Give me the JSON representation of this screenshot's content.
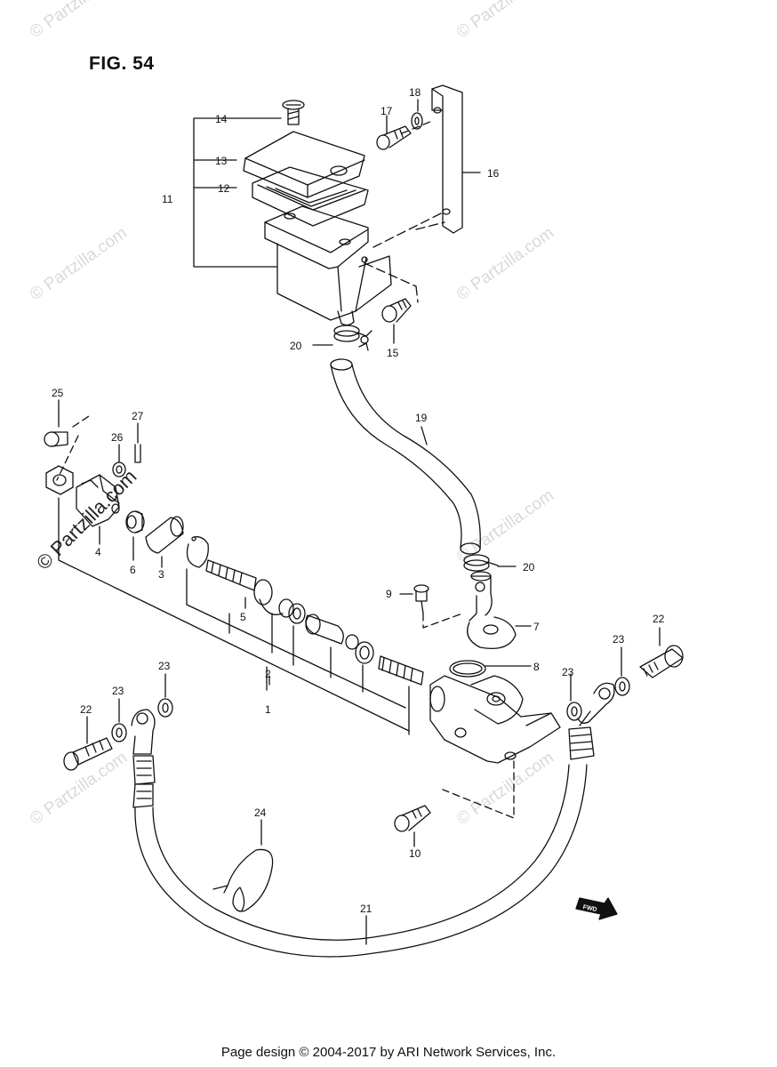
{
  "figure": {
    "title": "FIG. 54"
  },
  "footer": {
    "text": "Page design © 2004-2017 by ARI Network Services, Inc."
  },
  "watermark": {
    "text": "© Partzilla.com"
  },
  "fwd_badge": "FWD",
  "callouts": {
    "c1": "1",
    "c2": "2",
    "c3": "3",
    "c4": "4",
    "c5": "5",
    "c6": "6",
    "c7": "7",
    "c8": "8",
    "c9": "9",
    "c10": "10",
    "c11": "11",
    "c12": "12",
    "c13": "13",
    "c14": "14",
    "c15": "15",
    "c16": "16",
    "c17": "17",
    "c18": "18",
    "c19": "19",
    "c20a": "20",
    "c20b": "20",
    "c21": "21",
    "c22a": "22",
    "c22b": "22",
    "c23a": "23",
    "c23b": "23",
    "c23c": "23",
    "c23d": "23",
    "c24": "24",
    "c25": "25",
    "c26": "26",
    "c27": "27"
  }
}
